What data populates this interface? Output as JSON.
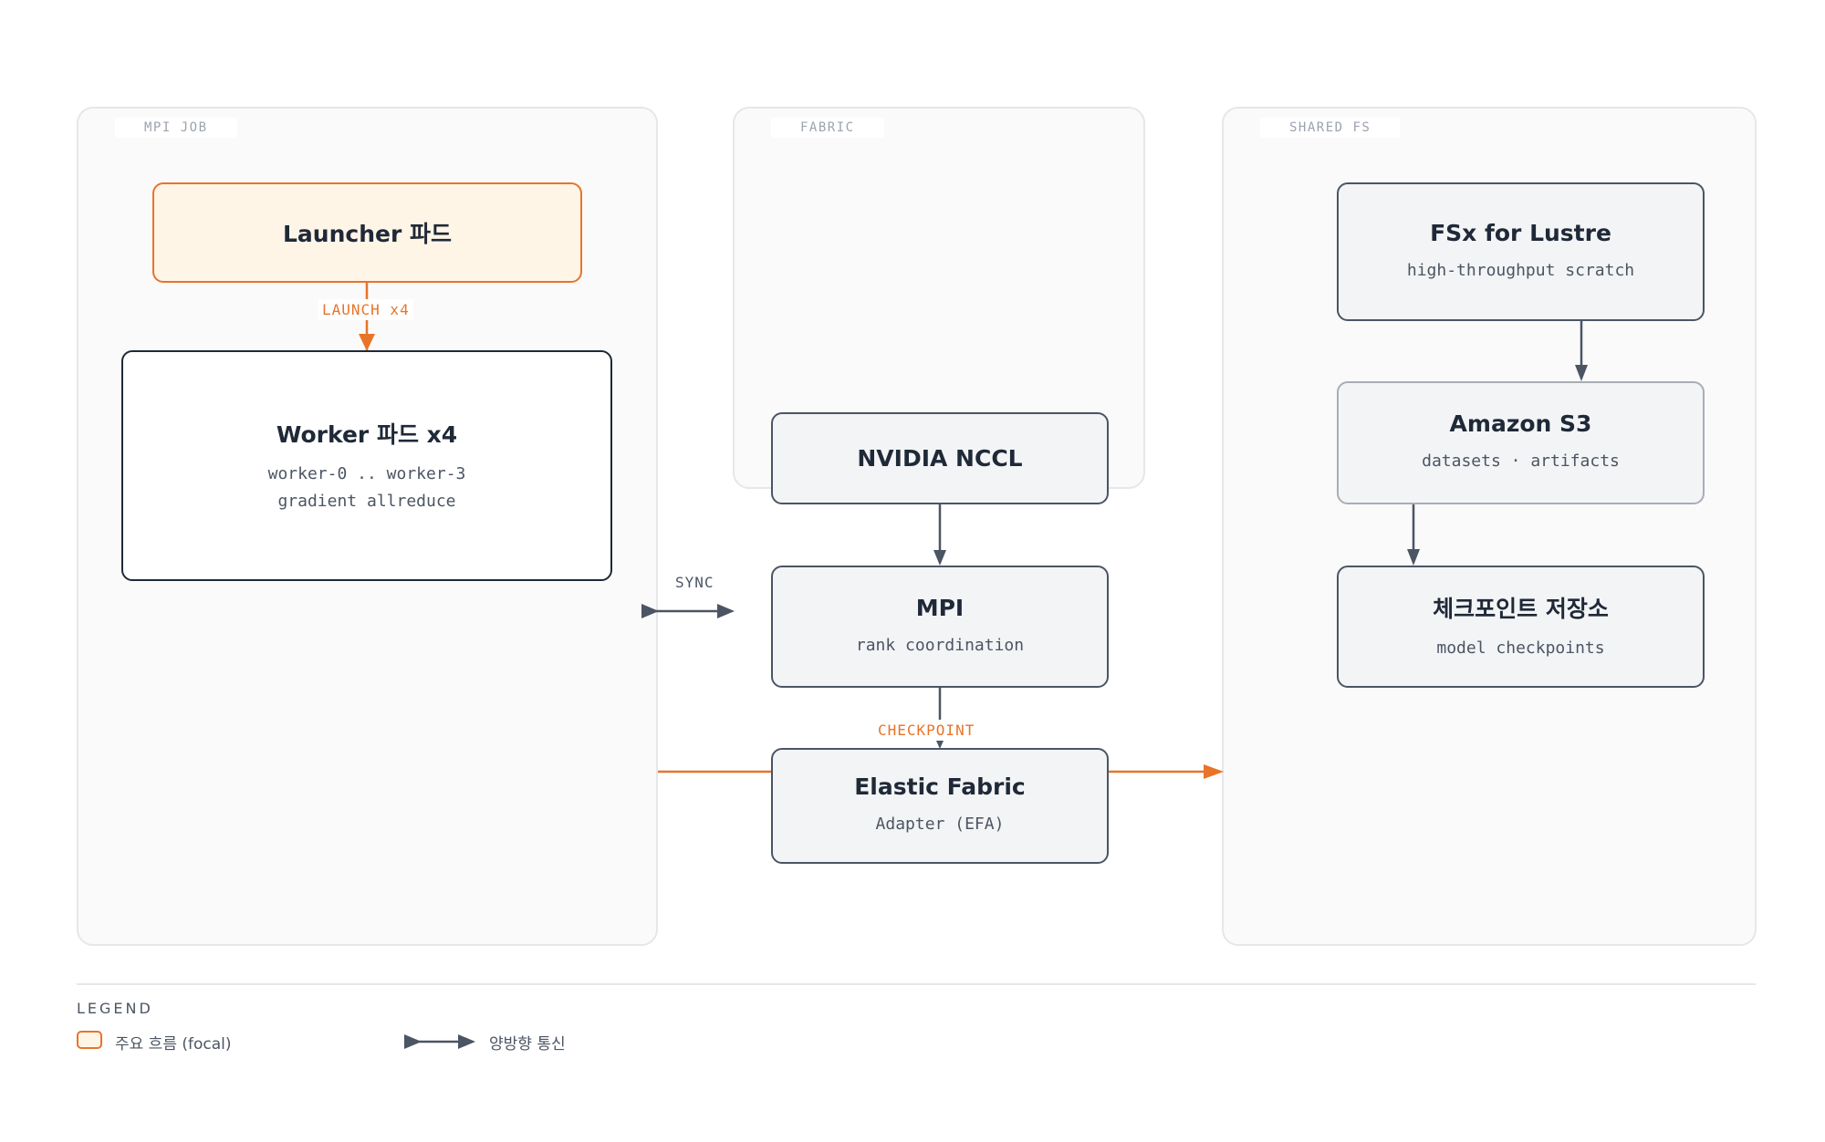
{
  "groups": {
    "mpi_job": "MPI JOB",
    "fabric": "FABRIC",
    "shared_fs": "SHARED FS"
  },
  "nodes": {
    "launcher": {
      "title": "Launcher 파드"
    },
    "worker": {
      "title": "Worker 파드 x4",
      "sub": "worker-0 .. worker-3\ngradient allreduce"
    },
    "nccl": {
      "title": "NVIDIA NCCL"
    },
    "mpi": {
      "title": "MPI",
      "sub": "rank coordination"
    },
    "efa": {
      "title": "Elastic Fabric",
      "sub": "Adapter (EFA)"
    },
    "fsx": {
      "title": "FSx for Lustre",
      "sub": "high-throughput scratch"
    },
    "s3": {
      "title": "Amazon S3",
      "sub": "datasets · artifacts"
    },
    "checkpoint": {
      "title": "체크포인트 저장소",
      "sub": "model checkpoints"
    }
  },
  "edges": {
    "launch": "LAUNCH x4",
    "sync": "SYNC",
    "checkpoint": "CHECKPOINT"
  },
  "legend": {
    "title": "LEGEND",
    "focal": "주요 흐름 (focal)",
    "bidirectional": "양방향 통신"
  },
  "colors": {
    "focal": "#e8742a",
    "stroke": "#4b5563"
  }
}
